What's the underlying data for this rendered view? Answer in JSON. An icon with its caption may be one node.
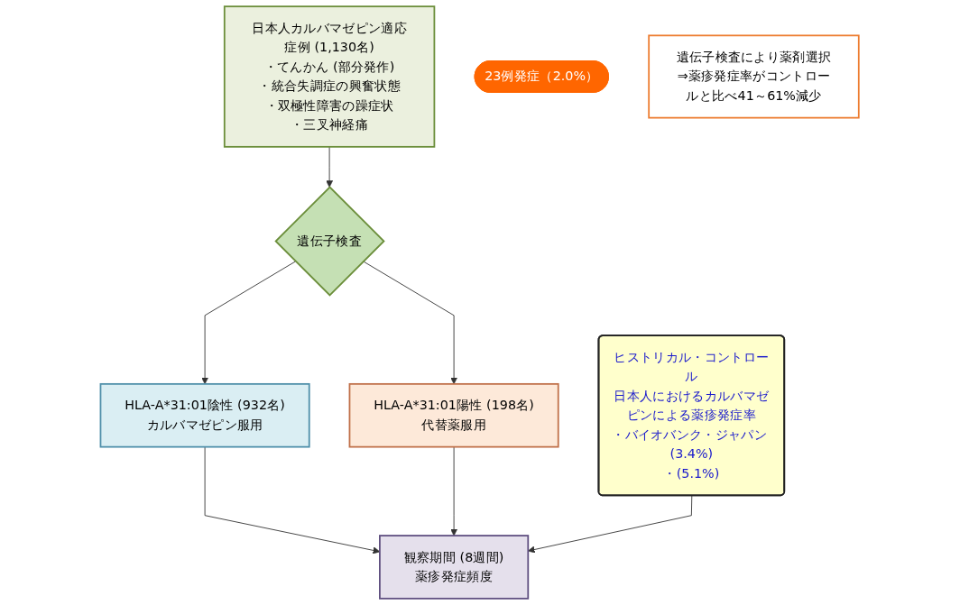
{
  "diagram": {
    "nodes": [
      {
        "text": [
          "日本人カルバマゼピン適応症例 (1,130名)",
          "・てんかん (部分発作)",
          "・統合失調症の興奮状態",
          "・双極性障害の躁症状",
          "・三叉神経痛"
        ]
      },
      {
        "text": [
          "遺伝子検査"
        ]
      },
      {
        "text": [
          "HLA-A*31:01陰性 (932名)",
          "カルバマゼピン服用"
        ]
      },
      {
        "text": [
          "HLA-A*31:01陽性 (198名)",
          "代替薬服用"
        ]
      },
      {
        "text": [
          "ヒストリカル・コントロール",
          "日本人におけるカルバマゼピンによる薬疹発症率",
          "・バイオバンク・ジャパン (3.4%)",
          "・(5.1%)"
        ]
      },
      {
        "text": [
          "観察期間 (8週間)",
          "薬疹発症頻度"
        ]
      },
      {
        "text": [
          "23例発症（2.0%）"
        ]
      },
      {
        "text": [
          "遺伝子検査により薬剤選択",
          "⇒薬疹発症率がコントロールと比べ41～61%減少"
        ]
      }
    ],
    "edges": [
      {
        "from": 0,
        "to": 1,
        "arrow": "to"
      },
      {
        "from": 1,
        "to": 2,
        "arrow": "to"
      },
      {
        "from": 1,
        "to": 3,
        "arrow": "to"
      },
      {
        "from": 2,
        "to": 5,
        "arrow": "to"
      },
      {
        "from": 3,
        "to": 5,
        "arrow": "to"
      },
      {
        "from": 4,
        "to": 5,
        "arrow": "to"
      }
    ]
  }
}
